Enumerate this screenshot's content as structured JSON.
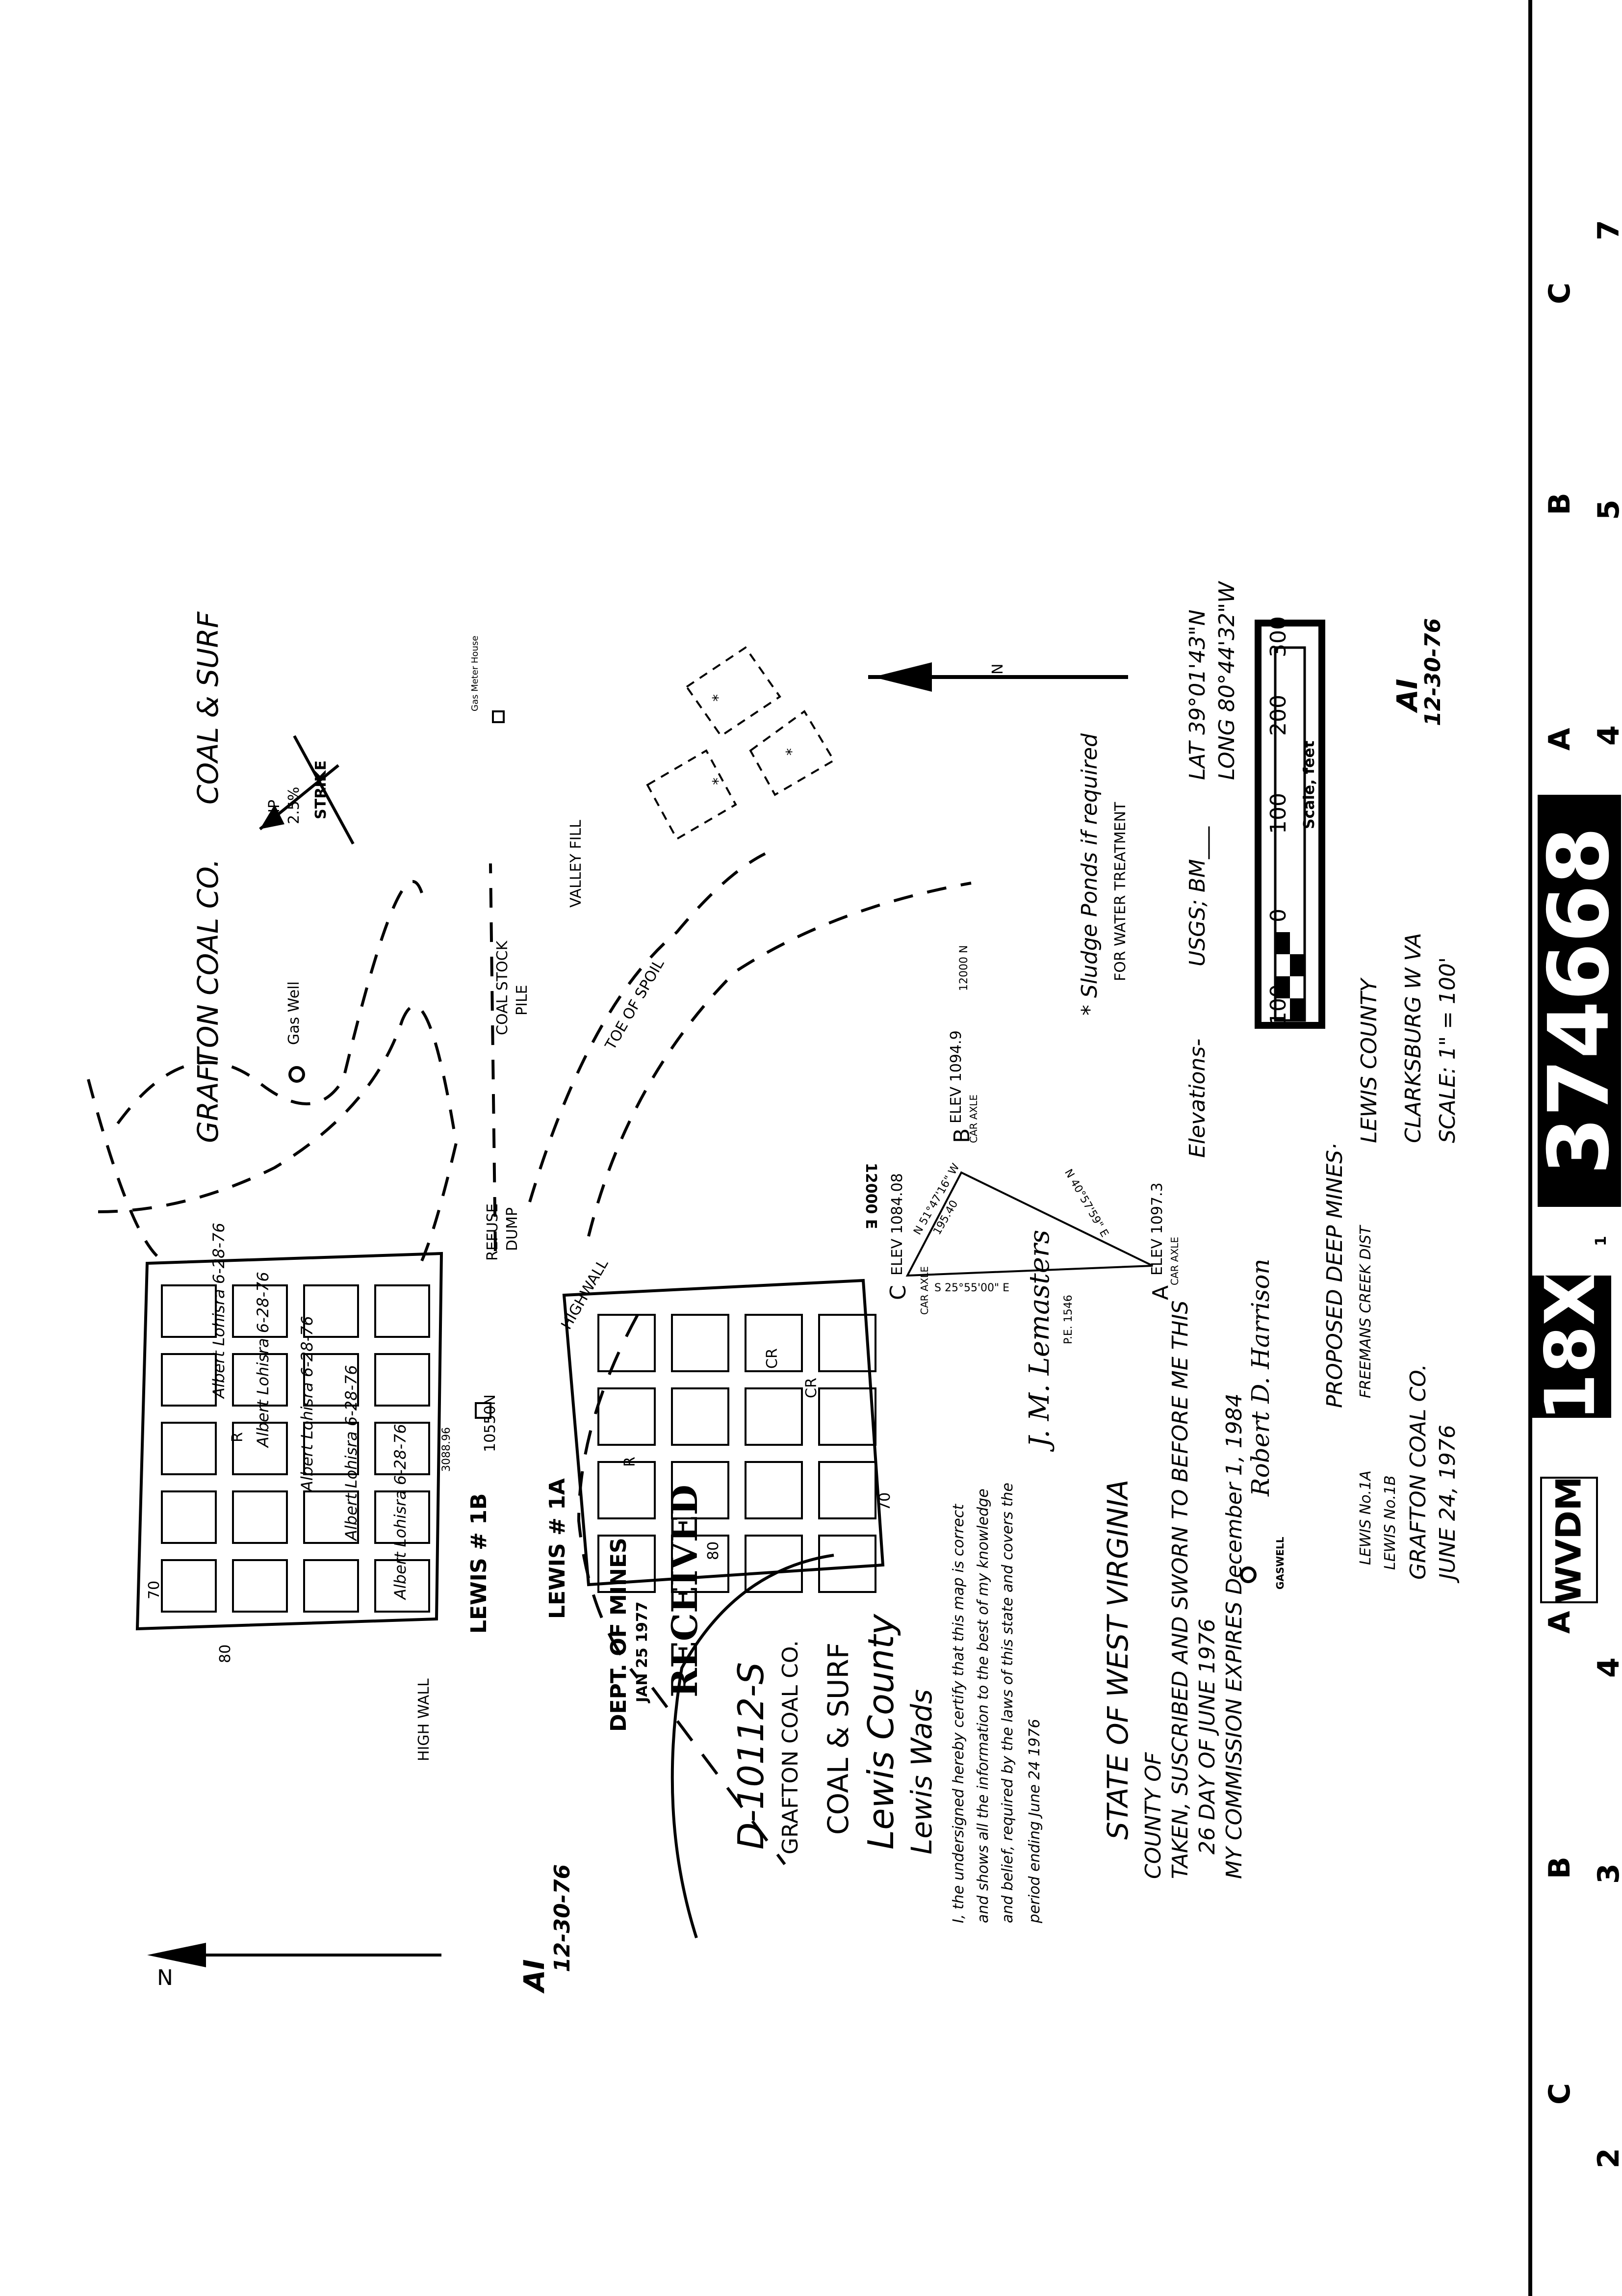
{
  "header": {
    "company": "GRAFTON COAL CO.",
    "type": "COAL & SURF"
  },
  "features": {
    "gas_well": "Gas Well",
    "dip": "DIP",
    "dip_value": "2.5%",
    "strike": "STRIKE",
    "gas_meter_house": "Gas Meter House",
    "refuse_dump": [
      "REFUSE",
      "DUMP"
    ],
    "coal_stock_pile": [
      "COAL STOCK",
      "PILE"
    ],
    "valley_fill": "VALLEY FILL",
    "toe_of_spoil": "TOE OF SPOIL",
    "highwall_top": "HIGHWALL",
    "highwall_bottom": "HIGH WALL",
    "coord_n": "10550N",
    "coord_e": "3088.96",
    "mine_1b": "LEWIS # 1B",
    "mine_1a": "LEWIS # 1A",
    "width_70_left": "70",
    "width_80_left": "80",
    "width_70_right": "70",
    "width_80_right": "80",
    "grid_notes": [
      "Albert Lohisra 6-28-76",
      "Albert Lohisra 6-28-76",
      "Albert Lohisra 6-28-76",
      "Albert Lohisra 6-28-76",
      "Albert Lohisra 6-28-76"
    ],
    "pillar_labels": [
      "CR",
      "CR",
      "R",
      "R"
    ]
  },
  "survey": {
    "c_label": "C",
    "c_elev": "ELEV 1084.08",
    "c_note": "CAR AXLE",
    "b_label": "B",
    "b_elev": "ELEV 1094.9",
    "b_note": "CAR AXLE",
    "b_coord": "12000 N",
    "a_label": "A",
    "a_elev": "ELEV 1097.3",
    "a_note": "CAR AXLE",
    "e_coord": "12000 E",
    "cb_bearing": "N 51°47'16\" W",
    "cb_dist": "195.40",
    "ca_bearing": "S 25°55'00\" E",
    "ba_bearing": "N 40°57'59\" E"
  },
  "ponds": {
    "note_line1": "* Sludge Ponds if required",
    "note_line2": "FOR WATER TREATMENT",
    "mark": "*"
  },
  "location": {
    "elevations": "Elevations-",
    "benchmark": "USGS; BM___",
    "lat": "LAT 39°01'43\"N",
    "long": "LONG 80°44'32\"W"
  },
  "scale_bar": {
    "ticks": [
      "100",
      "0",
      "100",
      "200",
      "300"
    ],
    "label": "Scale, feet"
  },
  "north_arrow": {
    "label": "N"
  },
  "initials_right": {
    "initials": "AI",
    "date": "12-30-76"
  },
  "initials_left": {
    "initials": "AI",
    "date": "12-30-76"
  },
  "stamp": {
    "received": "RECEIVED",
    "date": "JAN 25 1977",
    "dept": "DEPT. OF MINES"
  },
  "permit": {
    "number": "D-10112-S",
    "company": "GRAFTON COAL CO.",
    "type": "COAL & SURF",
    "county": "Lewis County",
    "note": "Lewis Wads"
  },
  "certification": {
    "lines": [
      "I, the undersigned hereby certify that this map is correct",
      "and shows all the information to the best of my knowledge",
      "and belief, required by the laws of this state and covers the",
      "period ending   June 24 1976"
    ],
    "signature": "J. M. Lemasters",
    "pe": "P.E. 1546"
  },
  "notary": {
    "state": "STATE OF WEST VIRGINIA",
    "county": "COUNTY OF",
    "sworn": "TAKEN, SUSCRIBED AND SWORN TO BEFORE ME THIS",
    "day": "26   DAY OF JUNE 1976",
    "commission": "MY COMMISSION EXPIRES December 1, 1984",
    "signature": "Robert D. Harrison",
    "gaswell": "GASWELL"
  },
  "title_block": {
    "title": "PROPOSED DEEP MINES·",
    "mine_a": "LEWIS No.1A",
    "mine_b": "LEWIS No.1B",
    "company": "GRAFTON COAL CO.",
    "date": "JUNE 24, 1976",
    "district": "FREEMANS CREEK DIST",
    "county": "LEWIS COUNTY",
    "city": "CLARKSBURG W VA",
    "scale": "SCALE: 1\" = 100'"
  },
  "film_strip": {
    "number": "374668",
    "code": "18X",
    "agency": "WVDM",
    "letters": [
      "C",
      "B",
      "A",
      "A",
      "B",
      "C"
    ],
    "digits": [
      "7",
      "5",
      "4",
      "1",
      "4",
      "3",
      "2"
    ]
  }
}
